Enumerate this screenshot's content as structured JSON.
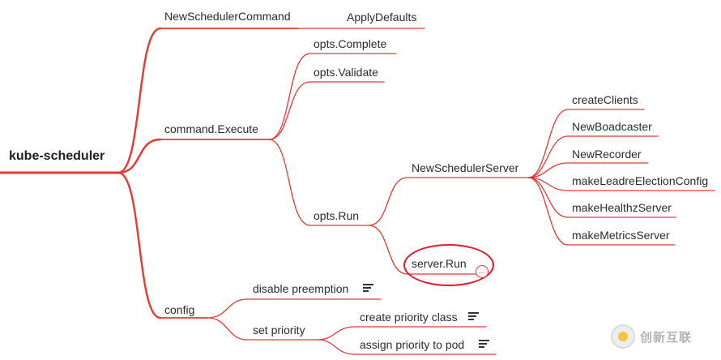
{
  "diagram": {
    "root": "kube-scheduler",
    "nodes": {
      "new_scheduler_command": "NewSchedulerCommand",
      "apply_defaults": "ApplyDefaults",
      "command_execute": "command.Execute",
      "opts_complete": "opts.Complete",
      "opts_validate": "opts.Validate",
      "opts_run": "opts.Run",
      "new_scheduler_server": "NewSchedulerServer",
      "create_clients": "createClients",
      "new_boadcaster": "NewBoadcaster",
      "new_recorder": "NewRecorder",
      "make_leader_election_config": "makeLeadreElectionConfig",
      "make_healthz_server": "makeHealthzServer",
      "make_metrics_server": "makeMetricsServer",
      "server_run": "server.Run",
      "config": "config",
      "disable_preemption": "disable preemption",
      "set_priority": "set priority",
      "create_priority_class": "create priority class",
      "assign_priority_to_pod": "assign priority to pod"
    },
    "collapsed_marker": "…",
    "branch_color": "#e53935",
    "highlight_color": "#e0192c"
  },
  "watermark": {
    "text": "创新互联"
  }
}
